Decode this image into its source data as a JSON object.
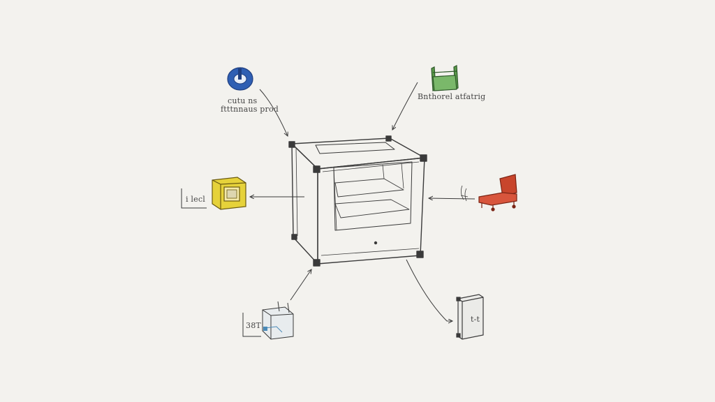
{
  "labels": {
    "top_left_line1": "cutu ns",
    "top_left_line2": "ftttnnaus prod",
    "top_right": "Bnthorel atfatrig",
    "left_box": "i lecl",
    "bottom_left_box": "38T",
    "bottom_right": "t-t"
  },
  "colors": {
    "background": "#f3f2ee",
    "ink": "#3a3a3a",
    "blue_component": "#2f5fb3",
    "green_component": "#5a9a4a",
    "yellow_component": "#e6d23a",
    "red_component": "#c8452c"
  },
  "icons": {
    "center": "3d-printer-frame-sketch",
    "top_left": "blue-disc-nozzle-icon",
    "top_right": "green-bracket-icon",
    "left": "yellow-cube-icon",
    "right": "red-chair-icon",
    "bottom_left": "glass-cube-icon",
    "bottom_right": "tall-box-icon"
  }
}
